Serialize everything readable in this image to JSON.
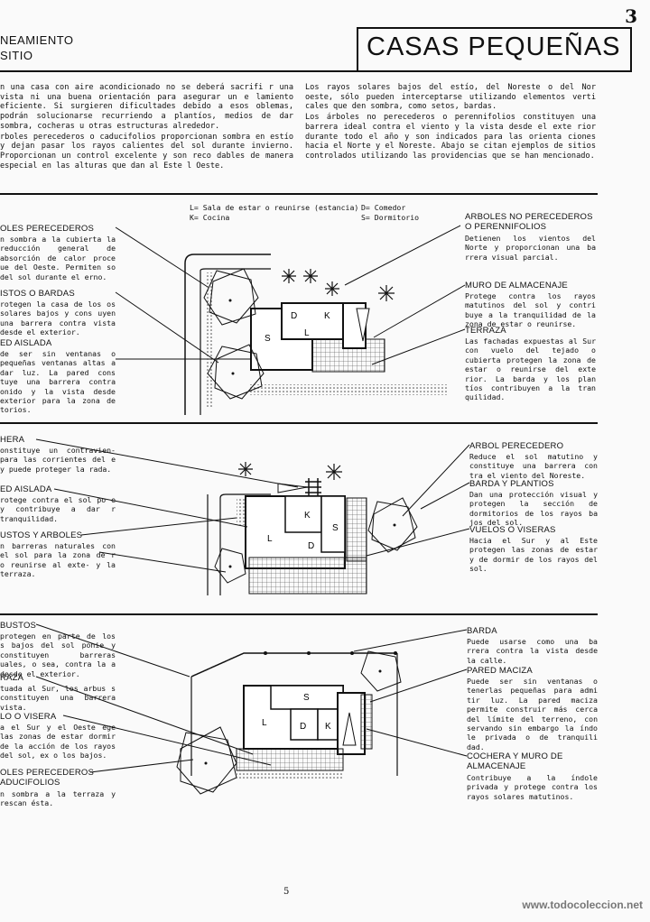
{
  "page_number_top": "3",
  "page_number_bottom": "5",
  "header": {
    "left_line1": "NEAMIENTO",
    "left_line2": "SITIO",
    "title": "CASAS PEQUEÑAS"
  },
  "intro": {
    "col1": [
      "n una casa con aire acondicionado no se deberá sacrifi r una vista ni una buena orientación para asegurar un e lamiento eficiente. Si surgieren dificultades debido a esos oblemas, podrán solucionarse recurriendo a plantíos, medios de dar sombra, cocheras u otras estructuras alrededor.",
      "rboles perecederos o caducifolios proporcionan sombra en estío y dejan pasar los rayos calientes del sol durante invierno. Proporcionan un control excelente y son reco dables de manera especial en las alturas que dan al Este l Oeste."
    ],
    "col2": [
      "Los rayos solares bajos del estío, del Noreste o del Nor oeste, sólo pueden interceptarse utilizando elementos verti cales que den sombra, como setos, bardas.",
      "Los árboles no perecederos o perennifolios constituyen una barrera ideal contra el viento y la vista desde el exte rior durante todo el año y son indicados para las orienta ciones hacia el Norte y el Noreste. Abajo se citan ejemplos de sitios controlados utilizando las providencias que se han mencionado."
    ]
  },
  "legend": {
    "l": "L= Sala de estar o reunirse (estancia)",
    "k": "K= Cocina",
    "d": "D= Comedor",
    "s": "S= Dormitorio"
  },
  "rooms": {
    "L": "L",
    "K": "K",
    "D": "D",
    "S": "S"
  },
  "section1": {
    "left": [
      {
        "title": "OLES PERECEDEROS",
        "text": "n sombra a la cubierta la reducción general de absorción de calor proce ue del Oeste. Permiten so del sol durante el erno."
      },
      {
        "title": "ISTOS O BARDAS",
        "text": "rotegen la casa de los os solares bajos y cons uyen una barrera contra vista desde el exterior."
      },
      {
        "title": "ED AISLADA",
        "text": "de ser sin ventanas o pequeñas ventanas altas a dar luz. La pared cons tuye una barrera contra onido y la vista desde exterior para la zona de torios."
      }
    ],
    "right": [
      {
        "title": "ARBOLES NO PERECEDEROS",
        "title2": "O PERENNIFOLIOS",
        "text": "Detienen los vientos del Norte y proporcionan una ba rrera visual parcial."
      },
      {
        "title": "MURO DE ALMACENAJE",
        "text": "Protege contra los rayos matutinos del sol y contri buye a la tranquilidad de la zona de estar o reunirse."
      },
      {
        "title": "TERRAZA",
        "text": "Las fachadas expuestas al Sur con vuelo del tejado o cubierta protegen la zona de estar o reunirse del exte rior. La barda y los plan tíos contribuyen a la tran quilidad."
      }
    ]
  },
  "section2": {
    "left": [
      {
        "title": "HERA",
        "text": "onstituye un contravien- para las corrientes del e y puede proteger la rada."
      },
      {
        "title": "ED AISLADA",
        "text": "rotege contra el sol po e y contribuye a dar r tranquilidad."
      },
      {
        "title": "USTOS Y ARBOLES",
        "text": "n barreras naturales con el sol para la zona de r o reunirse al exte- y la terraza."
      }
    ],
    "right": [
      {
        "title": "ARBOL PERECEDERO",
        "text": "Reduce el sol matutino y constituye una barrera con tra el viento del Noreste."
      },
      {
        "title": "BARDA Y PLANTIOS",
        "text": "Dan una protección visual y protegen la sección de dormitorios de los rayos ba jos del sol."
      },
      {
        "title": "VUELOS O VISERAS",
        "text": "Hacia el Sur y al Este protegen las zonas de estar y de dormir de los rayos del sol."
      }
    ]
  },
  "section3": {
    "left": [
      {
        "title": "BUSTOS",
        "text": "protegen en parte de los s bajos del sol ponie y constituyen barreras uales, o sea, contra la a desde el exterior."
      },
      {
        "title": "RAZA",
        "text": "tuada al Sur, los arbus s constituyen una barrera vista."
      },
      {
        "title": "LO O VISERA",
        "text": "a el Sur y el Oeste ege las zonas de estar dormir de la acción de los rayos del sol, ex o los bajos."
      },
      {
        "title": "OLES PERECEDEROS",
        "title2": "ADUCIFOLIOS",
        "text": "n sombra a la terraza y rescan ésta."
      }
    ],
    "right": [
      {
        "title": "BARDA",
        "text": "Puede usarse como una ba rrera contra la vista desde la calle."
      },
      {
        "title": "PARED MACIZA",
        "text": "Puede ser sin ventanas o tenerlas pequeñas para admi tir luz. La pared maciza permite construir más cerca del límite del terreno, con servando sin embargo la índo le privada o de tranquili dad."
      },
      {
        "title": "COCHERA Y MURO DE",
        "title2": "ALMACENAJE",
        "text": "Contribuye a la índole privada y protege contra los rayos solares matutinos."
      }
    ]
  },
  "watermark": "www.todocoleccion.net"
}
